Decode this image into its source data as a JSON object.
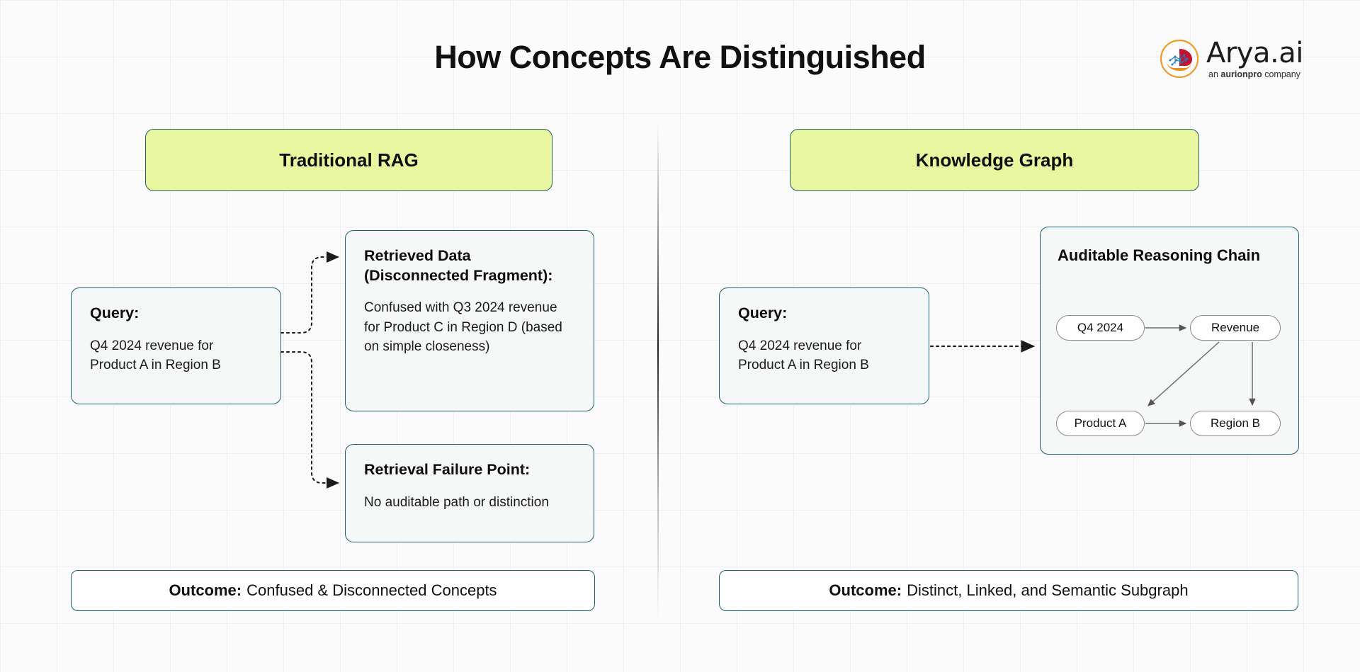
{
  "page": {
    "title": "How Concepts Are Distinguished",
    "background_color": "#fbfbfb",
    "accent_border": "#1f5f68",
    "header_fill": "#e9f7a0"
  },
  "logo": {
    "icon": "arya-brain-logo-icon",
    "word": "Arya.ai",
    "tagline_prefix": "an ",
    "tagline_brand": "aurionpro",
    "tagline_suffix": " company",
    "tagline": "an aurionpro company"
  },
  "left_column": {
    "header": "Traditional RAG",
    "query": {
      "title": "Query:",
      "body": "Q4 2024 revenue for Product A in Region B"
    },
    "retrieved": {
      "title": "Retrieved Data (Disconnected Fragment):",
      "body": "Confused with Q3 2024 revenue for Product C in Region D (based on simple closeness)"
    },
    "failure": {
      "title": "Retrieval Failure Point:",
      "body": "No auditable path or distinction"
    },
    "outcome": {
      "label": "Outcome:",
      "text": "Confused & Disconnected Concepts"
    }
  },
  "right_column": {
    "header": "Knowledge Graph",
    "query": {
      "title": "Query:",
      "body": "Q4 2024 revenue for Product A in Region B"
    },
    "reasoning": {
      "title": "Auditable Reasoning Chain",
      "nodes": [
        {
          "id": "q4",
          "label": "Q4 2024"
        },
        {
          "id": "revenue",
          "label": "Revenue"
        },
        {
          "id": "product",
          "label": "Product A"
        },
        {
          "id": "region",
          "label": "Region B"
        }
      ],
      "edges": [
        {
          "from": "q4",
          "to": "revenue"
        },
        {
          "from": "revenue",
          "to": "product"
        },
        {
          "from": "revenue",
          "to": "region"
        },
        {
          "from": "product",
          "to": "region"
        }
      ]
    },
    "outcome": {
      "label": "Outcome:",
      "text": "Distinct, Linked, and Semantic Subgraph"
    }
  },
  "connectors": [
    {
      "name": "query-to-retrieved",
      "style": "dotted",
      "arrow": true
    },
    {
      "name": "query-to-failure",
      "style": "dotted",
      "arrow": true
    },
    {
      "name": "query-to-reasoning",
      "style": "dotted",
      "arrow": true
    }
  ]
}
